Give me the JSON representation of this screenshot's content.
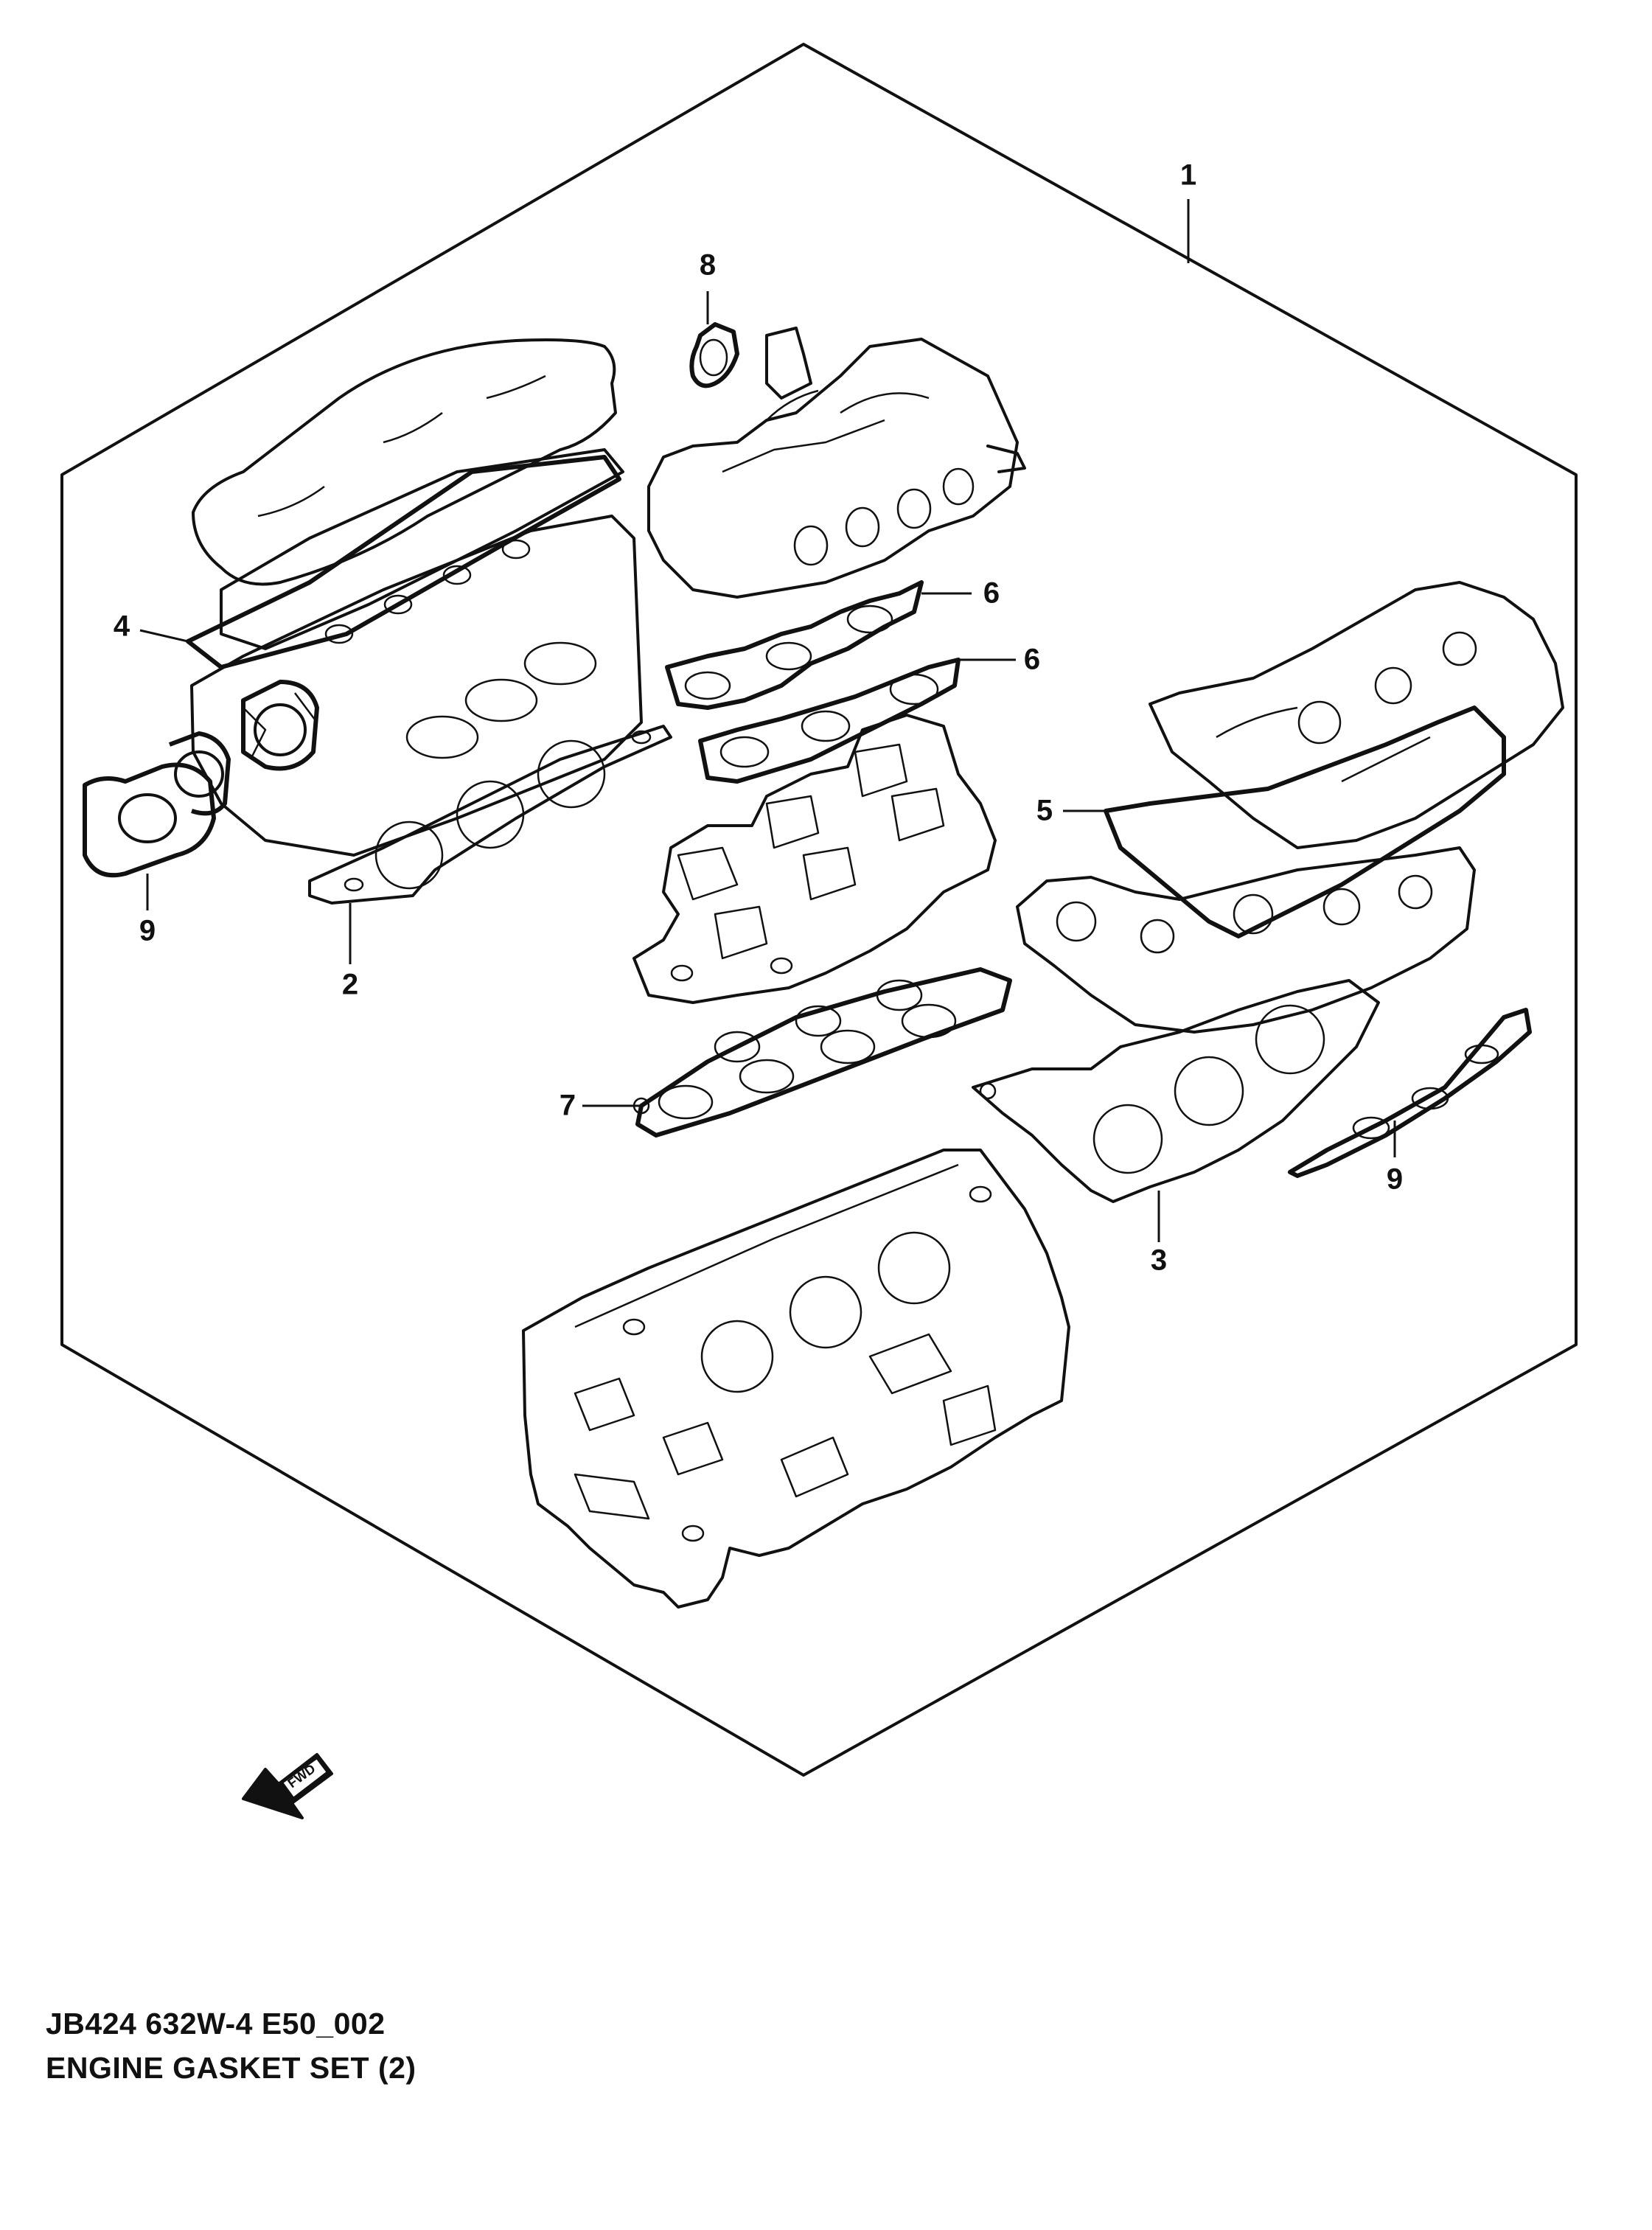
{
  "diagram": {
    "fwd_label": "FWD",
    "callouts": {
      "c1": "1",
      "c2": "2",
      "c3": "3",
      "c4": "4",
      "c5": "5",
      "c6a": "6",
      "c6b": "6",
      "c7": "7",
      "c8": "8",
      "c9a": "9",
      "c9b": "9"
    }
  },
  "footer": {
    "code": "JB424 632W-4 E50_002",
    "title": "ENGINE GASKET SET (2)"
  }
}
